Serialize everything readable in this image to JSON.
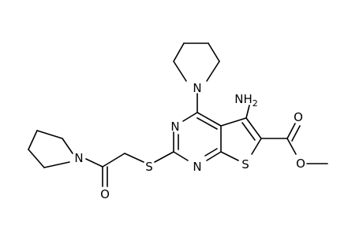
{
  "structure": {
    "atoms": {
      "amino_n": "NH",
      "amino_sub": "2",
      "piperidine_n_top": "N",
      "pyrimidine_n_upper": "N",
      "pyrimidine_n_lower": "N",
      "thioether_s": "S",
      "thiophene_s": "S",
      "carbonyl_o_ester": "O",
      "ether_o_ester": "O",
      "carbonyl_o_amide": "O",
      "piperidine_n_left": "N"
    }
  }
}
